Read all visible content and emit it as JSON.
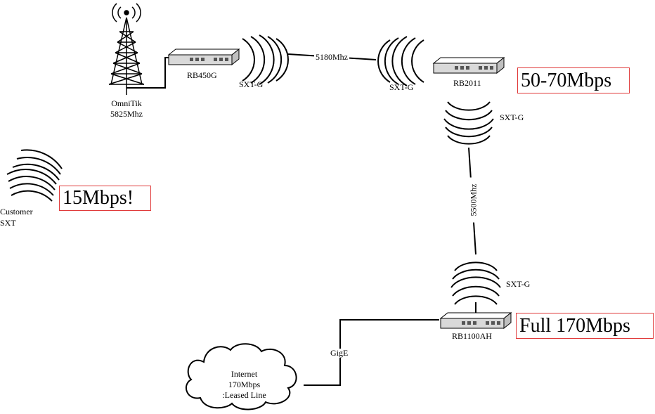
{
  "nodes": {
    "tower": {
      "label_line1": "OmniTik",
      "label_line2": "5825Mhz"
    },
    "rb450g": {
      "label": "RB450G"
    },
    "rb2011": {
      "label": "RB2011"
    },
    "rb1100": {
      "label": "RB1100AH"
    },
    "cloud": {
      "line1": "Internet",
      "line2": "170Mbps",
      "line3": ":Leased Line"
    },
    "customer": {
      "line1": "Customer",
      "line2": "SXT"
    }
  },
  "antennas": {
    "a1": "SXT-G",
    "a2": "SXT-G",
    "a3": "SXT-G",
    "a4": "SXT-G"
  },
  "links": {
    "top": "5180Mhz",
    "vertical": "5500Mhz",
    "gige": "GigE"
  },
  "speeds": {
    "rb2011": "50-70Mbps",
    "rb1100": "Full 170Mbps",
    "customer": "15Mbps!"
  },
  "colors": {
    "speed_box_border": "#e03a3a",
    "line": "#000000"
  }
}
